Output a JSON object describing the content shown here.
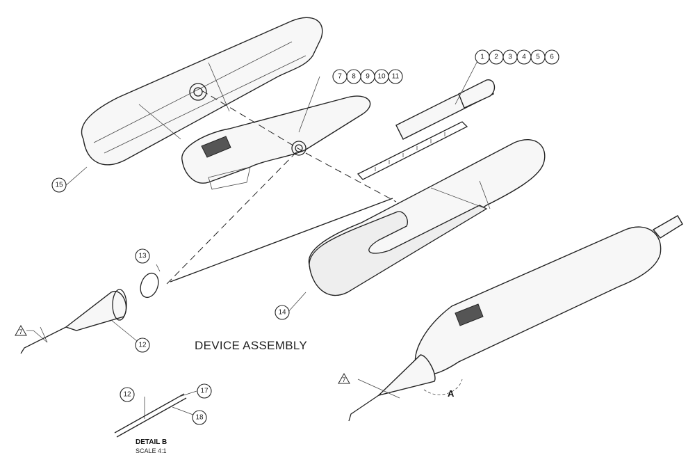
{
  "drawing": {
    "title": "DEVICE ASSEMBLY",
    "detail_title": "DETAIL B",
    "detail_scale": "SCALE 4:1",
    "view_label": "A",
    "note_flag": "7"
  },
  "balloons": {
    "group_1_6": [
      "1",
      "2",
      "3",
      "4",
      "5",
      "6"
    ],
    "group_7_11": [
      "7",
      "8",
      "9",
      "10",
      "11"
    ],
    "b12_tip": "12",
    "b13": "13",
    "b14": "14",
    "b15": "15",
    "b12_detail": "12",
    "b17": "17",
    "b18": "18"
  }
}
